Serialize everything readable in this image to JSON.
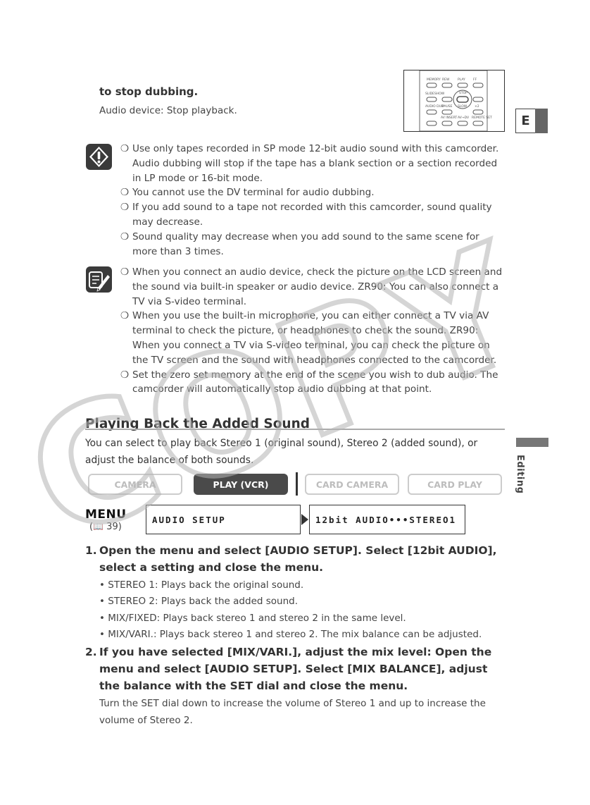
{
  "intro": {
    "heading": "to stop dubbing.",
    "sub": "Audio device: Stop playback."
  },
  "remote_labels": [
    "MEMORY",
    "REW",
    "PLAY",
    "FF",
    "SLIDESHOW",
    "STOP",
    "AUDIO DUB",
    "PAUSE",
    "SLOW",
    "×2",
    "AV INSERT",
    "AV→DV",
    "REMOTE SET"
  ],
  "language_tab": "E",
  "caution": {
    "icon": "exclamation-icon",
    "items": [
      "Use only tapes recorded in SP mode 12-bit audio sound with this camcorder. Audio dubbing will stop if the tape has a blank section or a section recorded in LP mode or 16-bit mode.",
      "You cannot use the DV terminal for audio dubbing.",
      "If you add sound to a tape not recorded with this camcorder, sound quality may decrease.",
      "Sound quality may decrease when you add sound to the same scene for more than 3 times."
    ]
  },
  "notes": {
    "icon": "pencil-note-icon",
    "items": [
      "When you connect an audio device, check the picture on the LCD screen and the sound via built-in speaker or audio device. ZR90: You can also connect a TV via S-video terminal.",
      "When you use the built-in microphone, you can either connect a TV via AV terminal to check the picture, or headphones to check the sound. ZR90: When you connect a TV via S-video terminal, you can check the picture on the TV screen and the sound with headphones connected to the camcorder.",
      "Set the zero set memory at the end of the scene you wish to dub audio. The camcorder will automatically stop audio dubbing at that point."
    ]
  },
  "section": {
    "title": "Playing Back the Added Sound",
    "body": "You can select to play back Stereo 1 (original sound), Stereo 2 (added sound), or adjust the balance of both sounds."
  },
  "side_label": "Editing",
  "modes": [
    {
      "label": "CAMERA",
      "active": false
    },
    {
      "label": "PLAY (VCR)",
      "active": true
    },
    {
      "label": "CARD CAMERA",
      "active": false
    },
    {
      "label": "CARD PLAY",
      "active": false
    }
  ],
  "menu": {
    "word": "MENU",
    "ref": "39",
    "lcd1": "AUDIO SETUP",
    "lcd2": "12bit AUDIO•••STEREO1"
  },
  "steps": [
    {
      "num": "1.",
      "text": "Open the menu and select [AUDIO SETUP]. Select [12bit AUDIO], select a setting and close the menu.",
      "subs": [
        "• STEREO 1: Plays back the original sound.",
        "• STEREO 2: Plays back the added sound.",
        "• MIX/FIXED: Plays back stereo 1 and stereo 2 in the same level.",
        "• MIX/VARI.: Plays back stereo 1 and stereo 2. The mix balance can be adjusted."
      ]
    },
    {
      "num": "2.",
      "text": "If you have selected [MIX/VARI.], adjust the mix level: Open the menu and select [AUDIO SETUP]. Select [MIX BALANCE], adjust the balance with the SET dial and close the menu.",
      "note": "Turn the SET dial down to increase the volume of Stereo 1 and up to increase the volume of Stereo 2."
    }
  ],
  "watermark": "COPY"
}
